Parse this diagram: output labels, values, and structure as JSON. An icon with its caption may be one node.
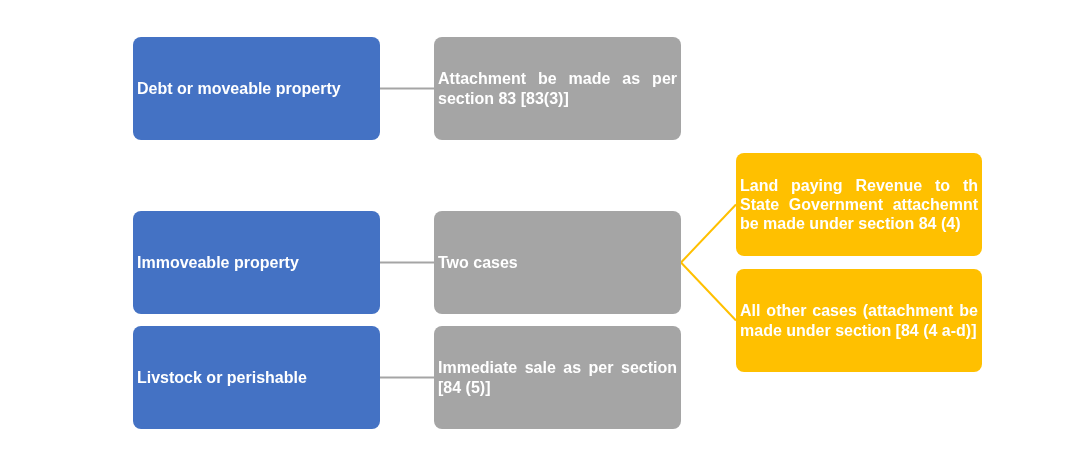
{
  "diagram": {
    "nodes": [
      {
        "text": [
          "Debt or moveable property"
        ]
      },
      {
        "text": [
          "Attachment be made as per section 83 [83(3)]"
        ]
      },
      {
        "text": [
          "Immoveable property"
        ]
      },
      {
        "text": [
          "Two cases"
        ]
      },
      {
        "text": [
          "Land paying Revenue to th State Government attachemnt be made under section 84 (4)"
        ]
      },
      {
        "text": [
          "All other cases (attachment be made under section [84 (4 a-d)]"
        ]
      },
      {
        "text": [
          "Livstock or perishable"
        ]
      },
      {
        "text": [
          "Immediate sale as per section [84 (5)]"
        ]
      }
    ],
    "edges": [
      {
        "from": 0,
        "to": 1,
        "arrow": "none"
      },
      {
        "from": 2,
        "to": 3,
        "arrow": "none"
      },
      {
        "from": 3,
        "to": 4,
        "arrow": "none",
        "color": "#ffc000"
      },
      {
        "from": 3,
        "to": 5,
        "arrow": "none",
        "color": "#ffc000"
      },
      {
        "from": 6,
        "to": 7,
        "arrow": "none"
      }
    ]
  }
}
